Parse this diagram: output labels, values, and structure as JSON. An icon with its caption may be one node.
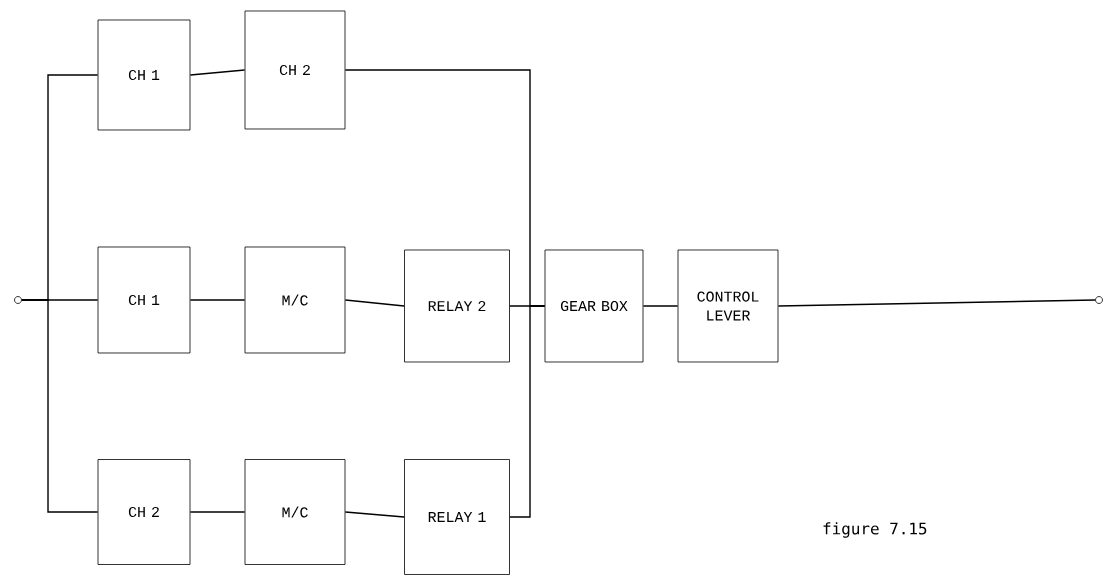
{
  "diagram": {
    "caption": "figure 7.15",
    "nodes": [
      {
        "text": [],
        "shape": "circle"
      },
      {
        "text": [
          "CH 1"
        ]
      },
      {
        "text": [
          "CH 2"
        ]
      },
      {
        "text": [
          "CH 1"
        ]
      },
      {
        "text": [
          "M/C"
        ]
      },
      {
        "text": [
          "RELAY 2"
        ]
      },
      {
        "text": [
          "CH 2"
        ]
      },
      {
        "text": [
          "M/C"
        ]
      },
      {
        "text": [
          "RELAY 1"
        ]
      },
      {
        "text": [
          "GEAR BOX"
        ]
      },
      {
        "text": [
          "CONTROL LEVER"
        ]
      },
      {
        "text": [],
        "shape": "circle"
      }
    ],
    "edges": [
      {
        "from": 0,
        "to": 1,
        "arrow": "none"
      },
      {
        "from": 0,
        "to": 3,
        "arrow": "none"
      },
      {
        "from": 0,
        "to": 6,
        "arrow": "none"
      },
      {
        "from": 1,
        "to": 2,
        "arrow": "none"
      },
      {
        "from": 3,
        "to": 4,
        "arrow": "none"
      },
      {
        "from": 4,
        "to": 5,
        "arrow": "none"
      },
      {
        "from": 6,
        "to": 7,
        "arrow": "none"
      },
      {
        "from": 7,
        "to": 8,
        "arrow": "none"
      },
      {
        "from": 2,
        "to": 9,
        "arrow": "none"
      },
      {
        "from": 5,
        "to": 9,
        "arrow": "none"
      },
      {
        "from": 8,
        "to": 9,
        "arrow": "none"
      },
      {
        "from": 9,
        "to": 10,
        "arrow": "none"
      },
      {
        "from": 10,
        "to": 11,
        "arrow": "none"
      }
    ]
  }
}
